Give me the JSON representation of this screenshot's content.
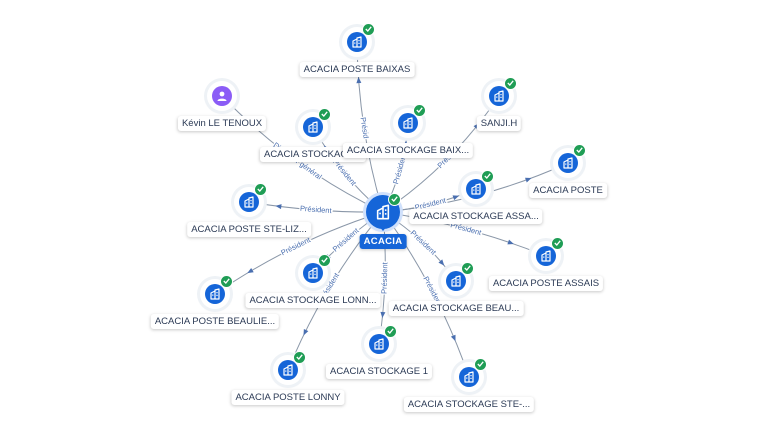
{
  "graph": {
    "center": {
      "label": "ACACIA",
      "icon": "building-icon",
      "status": "verified"
    },
    "edge_label": "Président",
    "colors": {
      "accent": "#1565d8",
      "person": "#8b5cf6",
      "verified": "#1f9d55",
      "edge": "#8a97a8",
      "edge_text": "#4a6fb0"
    },
    "nodes": [
      {
        "label": "ACACIA POSTE BAIXAS",
        "icon": "building-icon",
        "status": "verified",
        "kind": "company"
      },
      {
        "label": "Kévin LE TENOUX",
        "icon": "person-icon",
        "status": "",
        "kind": "person"
      },
      {
        "label": "SANJI.H",
        "icon": "building-icon",
        "status": "verified",
        "kind": "company"
      },
      {
        "label": "ACACIA STOCKAGE...",
        "icon": "building-icon",
        "status": "verified",
        "kind": "company"
      },
      {
        "label": "ACACIA STOCKAGE BAIX...",
        "icon": "building-icon",
        "status": "verified",
        "kind": "company"
      },
      {
        "label": "ACACIA POSTE",
        "icon": "building-icon",
        "status": "verified",
        "kind": "company"
      },
      {
        "label": "ACACIA STOCKAGE ASSA...",
        "icon": "building-icon",
        "status": "verified",
        "kind": "company"
      },
      {
        "label": "ACACIA POSTE STE-LIZ...",
        "icon": "building-icon",
        "status": "verified",
        "kind": "company"
      },
      {
        "label": "ACACIA POSTE ASSAIS",
        "icon": "building-icon",
        "status": "verified",
        "kind": "company"
      },
      {
        "label": "ACACIA STOCKAGE LONN...",
        "icon": "building-icon",
        "status": "verified",
        "kind": "company"
      },
      {
        "label": "ACACIA STOCKAGE BEAU...",
        "icon": "building-icon",
        "status": "verified",
        "kind": "company"
      },
      {
        "label": "ACACIA POSTE BEAULIE...",
        "icon": "building-icon",
        "status": "verified",
        "kind": "company"
      },
      {
        "label": "ACACIA STOCKAGE 1",
        "icon": "building-icon",
        "status": "verified",
        "kind": "company"
      },
      {
        "label": "ACACIA POSTE LONNY",
        "icon": "building-icon",
        "status": "verified",
        "kind": "company"
      },
      {
        "label": "ACACIA STOCKAGE STE-...",
        "icon": "building-icon",
        "status": "verified",
        "kind": "company"
      }
    ],
    "edges": [
      {
        "target": 0,
        "label": "Présid"
      },
      {
        "target": 1,
        "label": "Directeur général"
      },
      {
        "target": 2,
        "label": "Présid"
      },
      {
        "target": 3,
        "label": "Président"
      },
      {
        "target": 4,
        "label": "Président"
      },
      {
        "target": 5,
        "label": "Président"
      },
      {
        "target": 6,
        "label": "Président"
      },
      {
        "target": 7,
        "label": "Président"
      },
      {
        "target": 8,
        "label": "Président"
      },
      {
        "target": 9,
        "label": "Président"
      },
      {
        "target": 10,
        "label": "Président"
      },
      {
        "target": 11,
        "label": "Président"
      },
      {
        "target": 12,
        "label": "Président"
      },
      {
        "target": 13,
        "label": "Président"
      },
      {
        "target": 14,
        "label": "Président"
      }
    ]
  }
}
